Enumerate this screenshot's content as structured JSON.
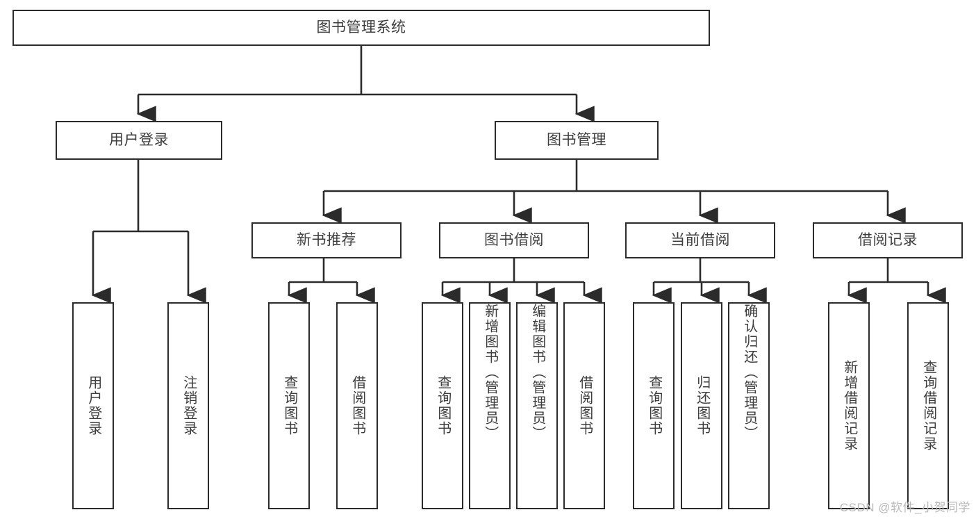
{
  "diagram": {
    "type": "tree-hierarchy",
    "title": "图书管理系统",
    "colors": {
      "box_border": "#2b2b2b",
      "box_fill": "#ffffff",
      "text": "#3d3d3d",
      "connector": "#2b2b2b",
      "watermark": "#b9b9b9",
      "background": "#ffffff"
    },
    "root": {
      "label": "图书管理系统"
    },
    "level2": [
      {
        "label": "用户登录"
      },
      {
        "label": "图书管理"
      }
    ],
    "level3": [
      {
        "label": "新书推荐"
      },
      {
        "label": "图书借阅"
      },
      {
        "label": "当前借阅"
      },
      {
        "label": "借阅记录"
      }
    ],
    "leaves": {
      "user_login": [
        {
          "label": "用户登录"
        },
        {
          "label": "注销登录"
        }
      ],
      "new_book_recommend": [
        {
          "label": "查询图书"
        },
        {
          "label": "借阅图书"
        }
      ],
      "book_borrow": [
        {
          "label": "查询图书"
        },
        {
          "label": "新增图书（管理员）"
        },
        {
          "label": "编辑图书（管理员）"
        },
        {
          "label": "借阅图书"
        }
      ],
      "current_borrow": [
        {
          "label": "查询图书"
        },
        {
          "label": "归还图书"
        },
        {
          "label": "确认归还（管理员）"
        }
      ],
      "borrow_record": [
        {
          "label": "新增借阅记录"
        },
        {
          "label": "查询借阅记录"
        }
      ]
    }
  },
  "watermark": {
    "text": "CSDN @软件_小贺同学"
  }
}
